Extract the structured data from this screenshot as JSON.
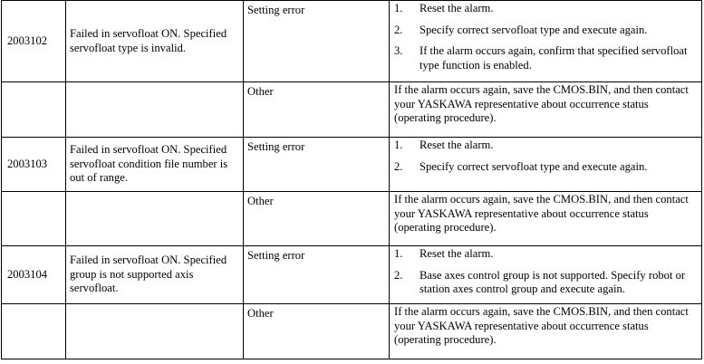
{
  "alarms": [
    {
      "code": "2003102",
      "message": "Failed in servofloat ON. Specified servofloat type is invalid.",
      "rows": [
        {
          "cause": "Setting error",
          "steps": [
            {
              "num": "1.",
              "text": "Reset the alarm."
            },
            {
              "num": "2.",
              "text": "Specify correct servofloat type and execute again."
            },
            {
              "num": "3.",
              "text": "If the alarm occurs again, confirm that specified servofloat type function is enabled."
            }
          ]
        },
        {
          "cause": "Other",
          "text": "If the alarm occurs again, save the CMOS.BIN, and then contact your YASKAWA representative about occurrence status (operating procedure)."
        }
      ]
    },
    {
      "code": "2003103",
      "message": "Failed in servofloat ON. Specified servofloat condition file number is out of range.",
      "rows": [
        {
          "cause": "Setting error",
          "steps": [
            {
              "num": "1.",
              "text": "Reset the alarm."
            },
            {
              "num": "2.",
              "text": "Specify correct servofloat type and execute again."
            }
          ]
        },
        {
          "cause": "Other",
          "text": "If the alarm occurs again, save the CMOS.BIN, and then contact your YASKAWA representative about occurrence status (operating procedure)."
        }
      ]
    },
    {
      "code": "2003104",
      "message": "Failed in servofloat ON. Specified group is not supported axis servofloat.",
      "rows": [
        {
          "cause": "Setting error",
          "steps": [
            {
              "num": "1.",
              "text": "Reset the alarm."
            },
            {
              "num": "2.",
              "text": "Base axes control group is not supported. Specify robot or station axes control group and execute again."
            }
          ]
        },
        {
          "cause": "Other",
          "text": "If the alarm occurs again, save the CMOS.BIN, and then contact your YASKAWA representative about occurrence status (operating procedure)."
        }
      ]
    }
  ]
}
